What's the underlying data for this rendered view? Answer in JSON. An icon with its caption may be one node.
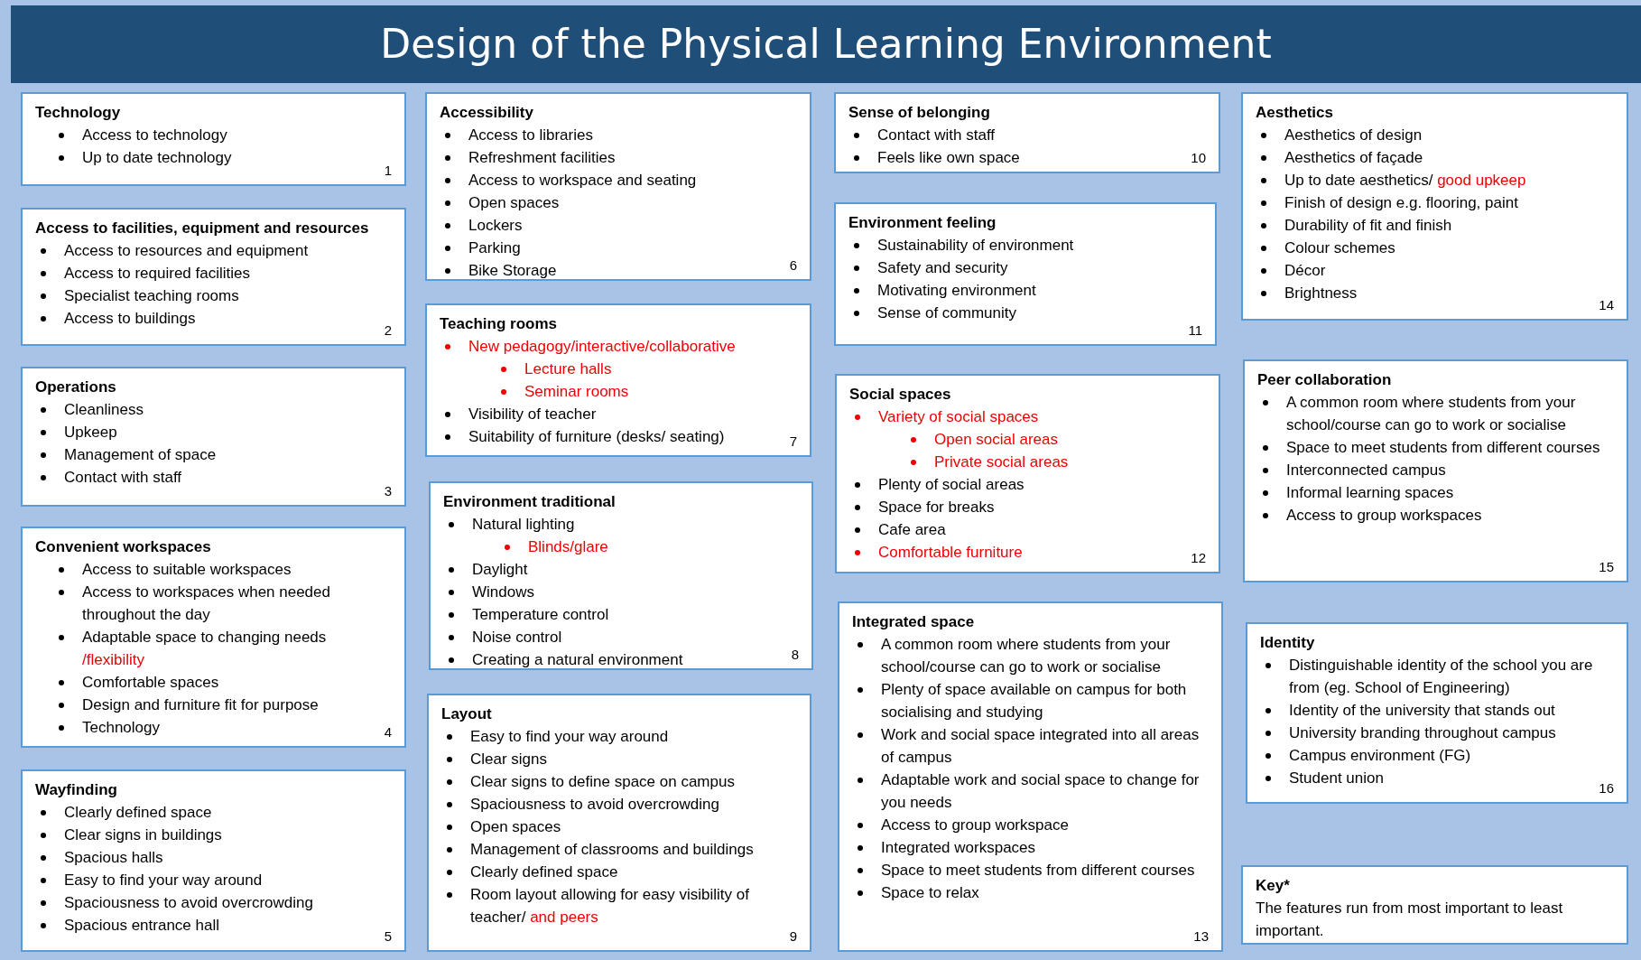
{
  "diagram": {
    "title": "Design of the Physical Learning Environment",
    "nodes": [
      {
        "text": [
          "Technology",
          "Access to technology",
          "Up to date technology",
          "1"
        ]
      },
      {
        "text": [
          "Access to facilities, equipment and resources",
          "Access to resources and equipment",
          "Access to required facilities",
          "Specialist teaching rooms",
          "Access to buildings",
          "2"
        ]
      },
      {
        "text": [
          "Operations",
          "Cleanliness",
          "Upkeep",
          "Management of space",
          "Contact with staff",
          "3"
        ]
      },
      {
        "text": [
          "Convenient workspaces",
          "Access to suitable workspaces",
          "Access to workspaces when needed throughout the day",
          "Adaptable space to changing needs /flexibility",
          "Comfortable spaces",
          "Design and furniture fit for purpose",
          "Technology",
          "4"
        ]
      },
      {
        "text": [
          "Wayfinding",
          "Clearly defined space",
          "Clear signs in buildings",
          "Spacious halls",
          "Easy to find your way around",
          "Spaciousness to avoid overcrowding",
          "Spacious entrance hall",
          "5"
        ]
      },
      {
        "text": [
          "Accessibility",
          "Access to libraries",
          "Refreshment facilities",
          "Access to workspace and seating",
          "Open spaces",
          "Lockers",
          "Parking",
          "Bike Storage",
          "6"
        ]
      },
      {
        "text": [
          "Teaching rooms",
          "New pedagogy/interactive/collaborative",
          "Lecture halls",
          "Seminar rooms",
          "Visibility of teacher",
          "Suitability of furniture (desks/ seating)",
          "7"
        ]
      },
      {
        "text": [
          "Environment traditional",
          "Natural lighting",
          "Blinds/glare",
          "Daylight",
          "Windows",
          "Temperature control",
          "Noise control",
          "Creating a natural environment",
          "8"
        ]
      },
      {
        "text": [
          "Layout",
          "Easy to find your way around",
          "Clear signs",
          "Clear signs to define space on campus",
          "Spaciousness to avoid overcrowding",
          "Open spaces",
          "Management of classrooms and buildings",
          "Clearly defined space",
          "Room layout allowing for easy visibility of teacher/ and peers",
          "9"
        ]
      },
      {
        "text": [
          "Sense of belonging",
          "Contact with staff",
          "Feels like own space",
          "10"
        ]
      },
      {
        "text": [
          "Environment feeling",
          "Sustainability of environment",
          "Safety and security",
          "Motivating environment",
          "Sense of community",
          "11"
        ]
      },
      {
        "text": [
          "Social spaces",
          "Variety of social spaces",
          "Open social areas",
          "Private social areas",
          "Plenty of social areas",
          "Space for breaks",
          "Cafe area",
          "Comfortable furniture",
          "12"
        ]
      },
      {
        "text": [
          "Integrated space",
          "A common room where students from your school/course can go to work or socialise",
          "Plenty of space available on campus for both socialising and studying",
          "Work and social space integrated into all areas of campus",
          "Adaptable work and social space to change for you needs",
          "Access to group workspace",
          "Integrated workspaces",
          "Space to meet students from different courses",
          "Space to relax",
          "13"
        ]
      },
      {
        "text": [
          "Aesthetics",
          "Aesthetics of design",
          "Aesthetics of façade",
          "Up to date aesthetics/ good upkeep",
          "Finish of design e.g. flooring, paint",
          "Durability of fit and finish",
          "Colour schemes",
          "Décor",
          "Brightness",
          "14"
        ]
      },
      {
        "text": [
          "Peer collaboration",
          "A common room where students from your school/course can go to work or socialise",
          "Space to meet students from different courses",
          "Interconnected campus",
          "Informal learning spaces",
          "Access to group workspaces",
          "15"
        ]
      },
      {
        "text": [
          "Identity",
          "Distinguishable identity of the school you are from (eg. School of Engineering)",
          "Identity of the university that stands out",
          "University branding throughout campus",
          "Campus environment (FG)",
          "Student union",
          "16"
        ]
      },
      {
        "text": [
          "Key*",
          "The features run from most important to least important."
        ]
      }
    ]
  }
}
